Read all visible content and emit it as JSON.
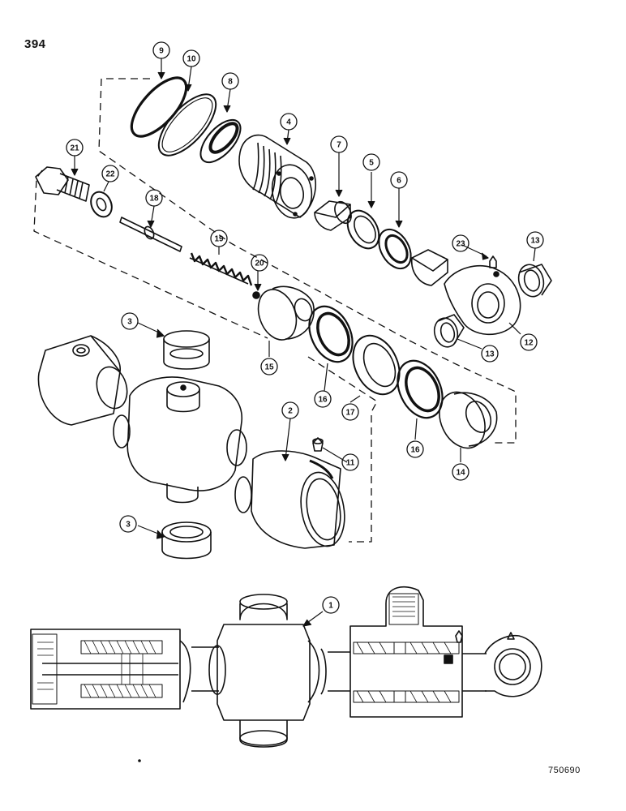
{
  "page_number": "394",
  "drawing_number": "750690",
  "callouts": [
    {
      "id": "c1",
      "label": "1"
    },
    {
      "id": "c2",
      "label": "2"
    },
    {
      "id": "c3a",
      "label": "3"
    },
    {
      "id": "c3b",
      "label": "3"
    },
    {
      "id": "c4",
      "label": "4"
    },
    {
      "id": "c5",
      "label": "5"
    },
    {
      "id": "c6",
      "label": "6"
    },
    {
      "id": "c7",
      "label": "7"
    },
    {
      "id": "c8",
      "label": "8"
    },
    {
      "id": "c9",
      "label": "9"
    },
    {
      "id": "c10",
      "label": "10"
    },
    {
      "id": "c11",
      "label": "11"
    },
    {
      "id": "c12",
      "label": "12"
    },
    {
      "id": "c13a",
      "label": "13"
    },
    {
      "id": "c13b",
      "label": "13"
    },
    {
      "id": "c14",
      "label": "14"
    },
    {
      "id": "c15",
      "label": "15"
    },
    {
      "id": "c16a",
      "label": "16"
    },
    {
      "id": "c16b",
      "label": "16"
    },
    {
      "id": "c17",
      "label": "17"
    },
    {
      "id": "c18",
      "label": "18"
    },
    {
      "id": "c19",
      "label": "19"
    },
    {
      "id": "c20",
      "label": "20"
    },
    {
      "id": "c21",
      "label": "21"
    },
    {
      "id": "c22",
      "label": "22"
    },
    {
      "id": "c23",
      "label": "23"
    }
  ]
}
